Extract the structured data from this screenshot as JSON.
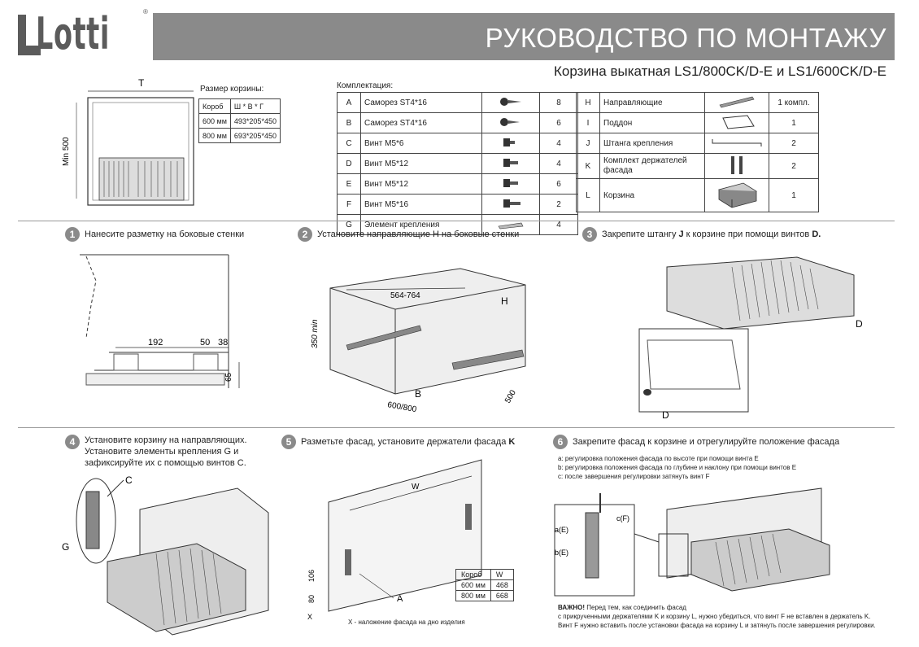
{
  "header": {
    "logo": "Lotti",
    "reg_mark": "®",
    "title": "РУКОВОДСТВО ПО МОНТАЖУ",
    "subtitle": "Корзина выкатная LS1/800CK/D-E и LS1/600CK/D-E"
  },
  "overview": {
    "label_t": "T",
    "label_min": "Min 500"
  },
  "basket_size": {
    "title": "Размер корзины:",
    "headers": [
      "Короб",
      "Ш * В * Г"
    ],
    "rows": [
      [
        "600 мм",
        "493*205*450"
      ],
      [
        "800 мм",
        "693*205*450"
      ]
    ]
  },
  "kit": {
    "title": "Комплектация:",
    "left": [
      {
        "letter": "A",
        "name": "Саморез ST4*16",
        "qty": "8",
        "icon": "screw-icon"
      },
      {
        "letter": "B",
        "name": "Саморез ST4*16",
        "qty": "6",
        "icon": "screw-icon"
      },
      {
        "letter": "C",
        "name": "Винт М5*6",
        "qty": "4",
        "icon": "bolt-icon"
      },
      {
        "letter": "D",
        "name": "Винт М5*12",
        "qty": "4",
        "icon": "bolt-icon"
      },
      {
        "letter": "E",
        "name": "Винт М5*12",
        "qty": "6",
        "icon": "bolt-icon"
      },
      {
        "letter": "F",
        "name": "Винт М5*16",
        "qty": "2",
        "icon": "bolt-icon"
      },
      {
        "letter": "G",
        "name": "Элемент крепления",
        "qty": "4",
        "icon": "clip-icon"
      }
    ],
    "right": [
      {
        "letter": "H",
        "name": "Направляющие",
        "qty": "1 компл.",
        "icon": "runner-icon"
      },
      {
        "letter": "I",
        "name": "Поддон",
        "qty": "1",
        "icon": "tray-icon"
      },
      {
        "letter": "J",
        "name": "Штанга крепления",
        "qty": "2",
        "icon": "rod-icon"
      },
      {
        "letter": "K",
        "name": "Комплект держателей фасада",
        "qty": "2",
        "icon": "holder-icon"
      },
      {
        "letter": "L",
        "name": "Корзина",
        "qty": "1",
        "icon": "basket-icon"
      }
    ]
  },
  "steps": [
    {
      "num": "1",
      "text": "Нанесите разметку на боковые стенки"
    },
    {
      "num": "2",
      "text": "Установите направляющие H на боковые стенки"
    },
    {
      "num": "3",
      "text_pre": "Закрепите штангу ",
      "bold1": "J",
      "text_mid": " к корзине при помощи винтов ",
      "bold2": "D."
    },
    {
      "num": "4",
      "line1": "Установите корзину на направляющих.",
      "line2": "Установите элементы крепления G и",
      "line3": "зафиксируйте их с помощью винтов C."
    },
    {
      "num": "5",
      "text_pre": "Разметьте фасад, установите держатели фасада ",
      "bold1": "K"
    },
    {
      "num": "6",
      "text": "Закрепите фасад к корзине и отрегулируйте положение фасада"
    }
  ],
  "step1_dims": {
    "d1": "192",
    "d2": "50",
    "d3": "38",
    "d4": "65"
  },
  "step2_dims": {
    "width": "564-764",
    "height": "350 min",
    "depth": "500",
    "front": "600/800",
    "label_h": "H",
    "label_b": "B"
  },
  "step3_labels": {
    "d_top": "D",
    "d_bottom": "D"
  },
  "step4_labels": {
    "c": "C",
    "g": "G"
  },
  "step5": {
    "label_w": "W",
    "label_a": "A",
    "dim_106": "106",
    "dim_80": "80",
    "label_x": "X",
    "table_headers": [
      "Короб",
      "W"
    ],
    "table_rows": [
      [
        "600 мм",
        "468"
      ],
      [
        "800 мм",
        "668"
      ]
    ],
    "note": "X - наложение фасада на дно изделия"
  },
  "step6": {
    "a": "a: регулировка положения фасада по высоте при помощи винта E",
    "b": "b: регулировка положения фасада по глубине и наклону при помощи винтов E",
    "c": "c: после завершения регулировки затянуть винт F",
    "label_cf": "c(F)",
    "label_ae": "a(E)",
    "label_be": "b(E)",
    "warning_bold": "ВАЖНО!",
    "warning1": " Перед тем, как соединить фасад",
    "warning2": "с прикрученными держателями K и корзину L, нужно убедиться, что винт F не вставлен в держатель K.",
    "warning3": "Винт F нужно вставить после установки фасада на корзину L и затянуть после завершения регулировки."
  }
}
